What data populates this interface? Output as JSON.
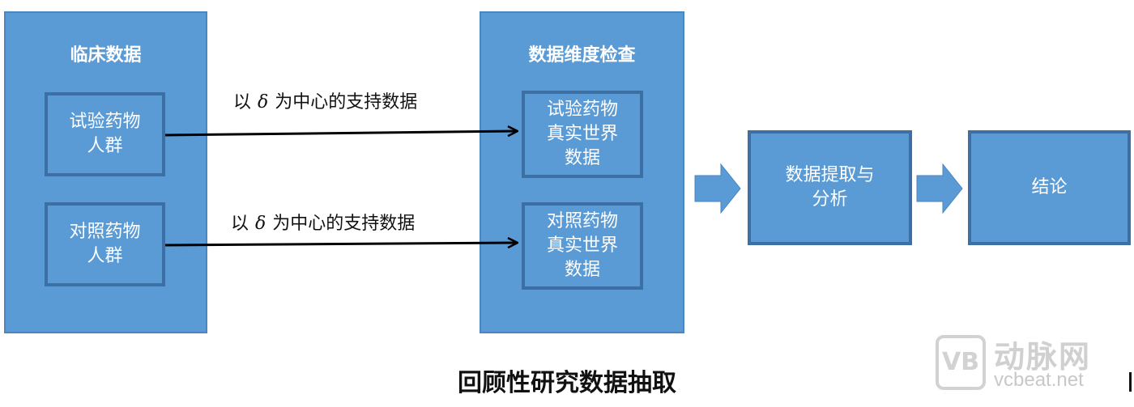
{
  "clinical_data": {
    "title": "临床数据",
    "items": [
      {
        "label": "试验药物\n人群"
      },
      {
        "label": "对照药物\n人群"
      }
    ]
  },
  "dimension_check": {
    "title": "数据维度检查",
    "items": [
      {
        "label": "试验药物\n真实世界\n数据"
      },
      {
        "label": "对照药物\n真实世界\n数据"
      }
    ]
  },
  "edges": [
    {
      "prefix": "以",
      "symbol": "δ",
      "suffix": "为中心的支持数据"
    },
    {
      "prefix": "以",
      "symbol": "δ",
      "suffix": "为中心的支持数据"
    }
  ],
  "extraction": {
    "label": "数据提取与\n分析"
  },
  "conclusion": {
    "label": "结论"
  },
  "caption": "回顾性研究数据抽取",
  "watermark": {
    "badge": "VB",
    "name": "动脉网",
    "url": "vcbeat.net"
  },
  "colors": {
    "box_fill": "#5b9bd5",
    "box_border": "#3c6fa3",
    "arrow_fill": "#5b9bd5",
    "line": "#000000"
  }
}
